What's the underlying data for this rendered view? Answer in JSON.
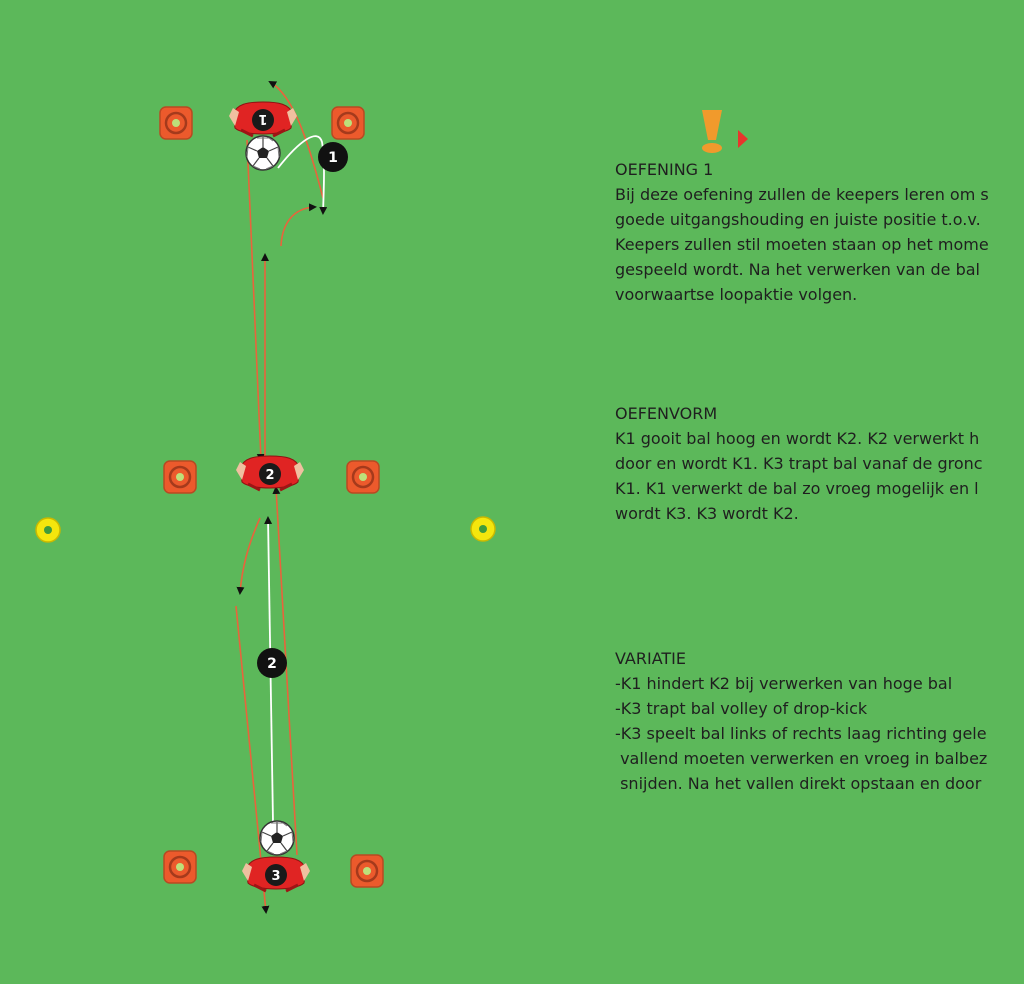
{
  "colors": {
    "field": "#5cb85a",
    "cone_outer": "#ec5a2c",
    "cone_ring": "#a53a1c",
    "cone_center": "#bde07a",
    "marker_yellow": "#f4e60d",
    "marker_dot": "#3e9b3c",
    "keeper_red": "#e02423",
    "path_orange": "#e8643c",
    "ball_path": "#ffffff",
    "label_black": "#111111",
    "alert_orange": "#f19a2c",
    "alert_arrow": "#e8352c"
  },
  "players": [
    {
      "label": "1"
    },
    {
      "label": "2"
    },
    {
      "label": "3"
    }
  ],
  "action_labels": [
    {
      "label": "1"
    },
    {
      "label": "2"
    }
  ],
  "icons": {
    "alert": "exclamation-icon",
    "ball": "soccer-ball-icon",
    "cone": "cone-marker-icon",
    "yellow_marker": "yellow-marker-icon"
  },
  "section1": {
    "title": "OEFENING 1",
    "lines": [
      "Bij deze oefening zullen de keepers leren om s",
      "goede uitgangshouding en juiste positie t.o.v.",
      "Keepers zullen stil moeten staan op het mome",
      "gespeeld wordt. Na het verwerken van de bal",
      "voorwaartse loopaktie volgen."
    ]
  },
  "section2": {
    "title": "OEFENVORM",
    "lines": [
      "K1 gooit bal hoog en wordt K2. K2 verwerkt h",
      "door en wordt K1. K3 trapt bal vanaf de gronc",
      "K1. K1 verwerkt de bal zo vroeg mogelijk en l",
      "wordt K3. K3 wordt K2."
    ]
  },
  "section3": {
    "title": "VARIATIE",
    "lines": [
      "-K1 hindert K2 bij verwerken van hoge bal",
      "-K3 trapt bal volley of drop-kick",
      "-K3 speelt bal links of rechts laag richting gele",
      " vallend moeten verwerken en vroeg in balbez",
      " snijden. Na het vallen direkt opstaan en door"
    ]
  }
}
